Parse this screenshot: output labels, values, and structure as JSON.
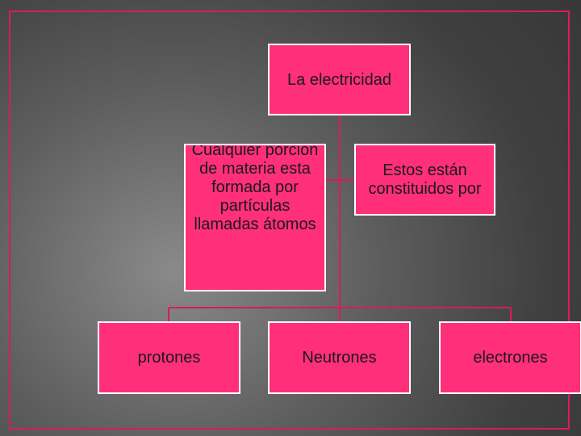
{
  "diagram": {
    "root": "La electricidad",
    "description": "Cualquier porción de materia esta formada por partículas llamadas átomos",
    "constituted": "Estos están constituidos por",
    "particles": [
      "protones",
      "Neutrones",
      "electrones"
    ]
  },
  "colors": {
    "node_fill": "#ff2f79",
    "node_border": "#ffffff",
    "connector": "#d81b5f",
    "frame": "#d81b5f"
  }
}
